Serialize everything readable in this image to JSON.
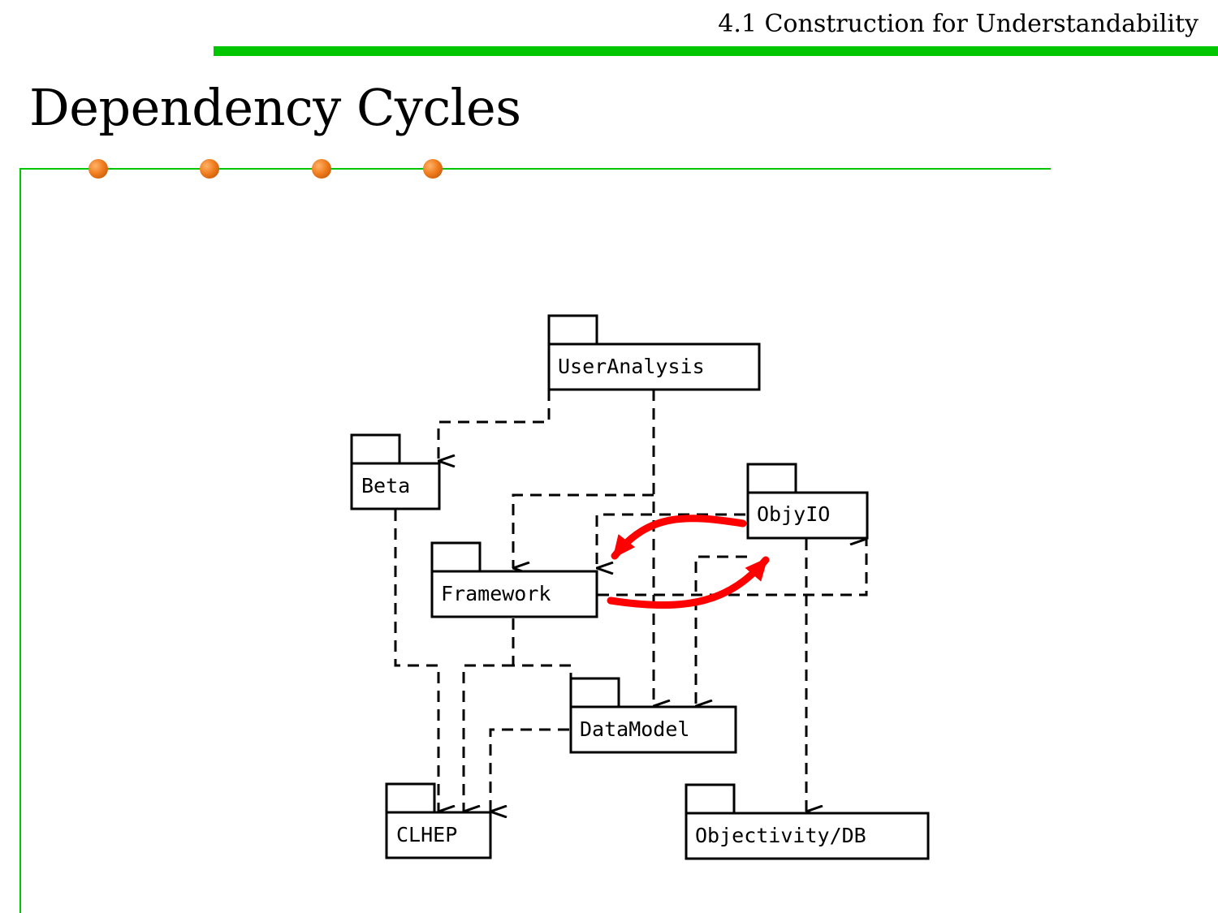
{
  "header": {
    "section": "4.1 Construction for Understandability",
    "title": "Dependency Cycles"
  },
  "colors": {
    "accent_green": "#00c600",
    "bullet_orange": "#f07d1e",
    "cycle_red": "#ff0000"
  },
  "diagram": {
    "packages": {
      "user_analysis": "UserAnalysis",
      "beta": "Beta",
      "objy_io": "ObjyIO",
      "framework": "Framework",
      "data_model": "DataModel",
      "clhep": "CLHEP",
      "objectivity_db": "Objectivity/DB"
    }
  }
}
